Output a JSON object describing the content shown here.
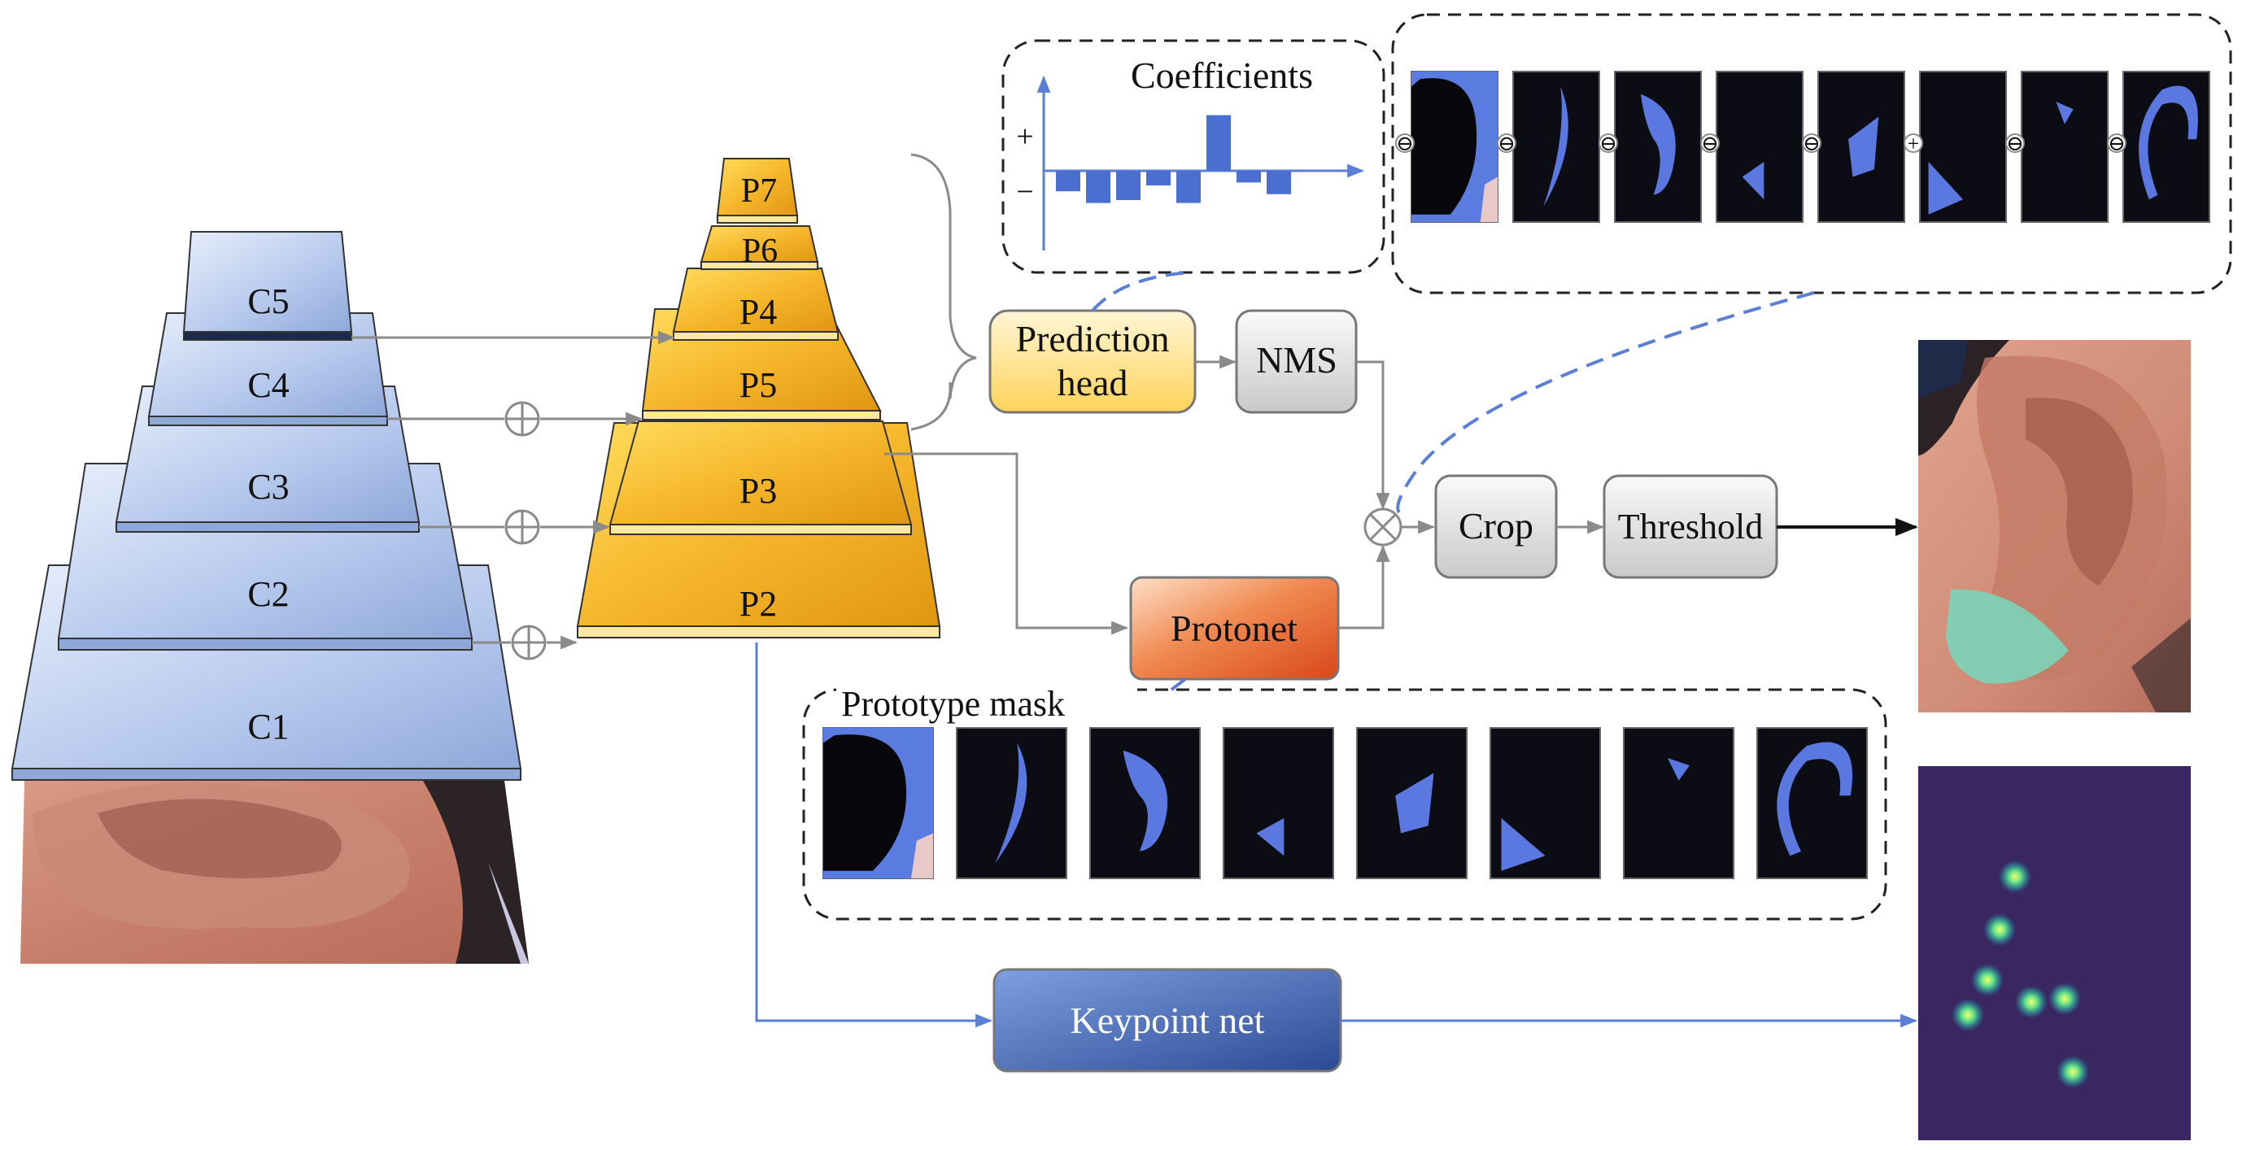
{
  "backbone": {
    "levels": [
      "C1",
      "C2",
      "C3",
      "C4",
      "C5"
    ]
  },
  "fpn": {
    "levels": [
      "P2",
      "P3",
      "P4",
      "P5",
      "P6",
      "P7"
    ]
  },
  "modules": {
    "prediction_head": [
      "Prediction",
      "head"
    ],
    "nms": "NMS",
    "protonet": "Protonet",
    "crop": "Crop",
    "threshold": "Threshold",
    "keypoint_net": "Keypoint net"
  },
  "coefficients": {
    "title": "Coefficients",
    "plus_sign": "+",
    "minus_sign": "−",
    "values": [
      -0.35,
      -0.55,
      -0.5,
      -0.25,
      -0.55,
      0.95,
      -0.2,
      -0.4
    ]
  },
  "combination_operators": [
    "⊖",
    "⊖",
    "⊖",
    "⊖",
    "⊖",
    "+",
    "⊖",
    "⊖"
  ],
  "prototype_mask": {
    "label": "Prototype mask",
    "count": 8
  },
  "colors": {
    "backbone_light": "#dbe6f7",
    "backbone_dark": "#8ea8d8",
    "fpn_light": "#ffd44a",
    "fpn_dark": "#e39a10",
    "protonet_light": "#fbd0b0",
    "protonet_dark": "#e35a1e",
    "keypoint_light": "#6f93dc",
    "keypoint_dark": "#2f4f9a",
    "blue_line": "#5b7fd4",
    "mask_blue": "#5a78e0",
    "heatmap_bg": "#3a2660"
  },
  "icons": {
    "sum": "circle-plus-icon",
    "multiply": "circle-times-icon"
  }
}
